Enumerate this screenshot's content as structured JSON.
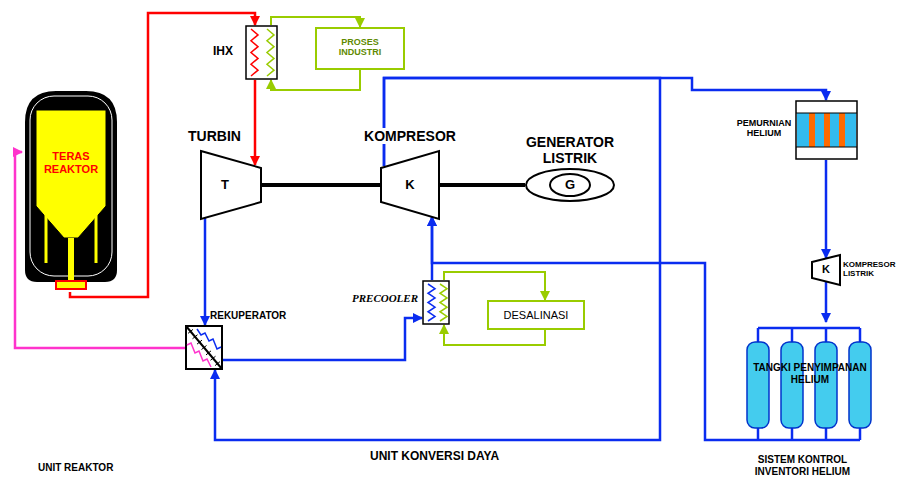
{
  "diagram": {
    "nodes": [
      {
        "text": [
          "TERAS REAKTOR"
        ]
      },
      {
        "text": [
          "IHX"
        ]
      },
      {
        "text": [
          "PROSES INDUSTRI"
        ]
      },
      {
        "text": [
          "TURBIN",
          "T"
        ]
      },
      {
        "text": [
          "KOMPRESOR",
          "K"
        ]
      },
      {
        "text": [
          "GENERATOR LISTRIK",
          "G"
        ]
      },
      {
        "text": [
          "PEMURNIAN HELIUM"
        ]
      },
      {
        "text": [
          "K",
          "KOMPRESOR LISTRIK"
        ]
      },
      {
        "text": [
          "REKUPERATOR"
        ]
      },
      {
        "text": [
          "PRECOOLER"
        ]
      },
      {
        "text": [
          "DESALINASI"
        ]
      },
      {
        "text": [
          "TANGKI PENYIMPANAN HELIUM"
        ]
      }
    ],
    "edges": [
      {
        "from": 0,
        "to": 1,
        "arrow": "to"
      },
      {
        "from": 1,
        "to": 3,
        "arrow": "to"
      },
      {
        "from": 1,
        "to": 2,
        "arrow": "to"
      },
      {
        "from": 2,
        "to": 1,
        "arrow": "to"
      },
      {
        "from": 3,
        "to": 4,
        "arrow": "none"
      },
      {
        "from": 4,
        "to": 5,
        "arrow": "none"
      },
      {
        "from": 3,
        "to": 8,
        "arrow": "to"
      },
      {
        "from": 8,
        "to": 9,
        "arrow": "to"
      },
      {
        "from": 9,
        "to": 4,
        "arrow": "to"
      },
      {
        "from": 4,
        "to": 8,
        "arrow": "to"
      },
      {
        "from": 8,
        "to": 0,
        "arrow": "to"
      },
      {
        "from": 9,
        "to": 10,
        "arrow": "to"
      },
      {
        "from": 10,
        "to": 9,
        "arrow": "to"
      },
      {
        "from": 4,
        "to": 6,
        "arrow": "to"
      },
      {
        "from": 6,
        "to": 7,
        "arrow": "to"
      },
      {
        "from": 7,
        "to": 11,
        "arrow": "to"
      },
      {
        "from": 11,
        "to": 4,
        "arrow": "to"
      }
    ],
    "labels": [
      "UNIT REAKTOR",
      "UNIT KONVERSI DAYA",
      "SISTEM KONTROL INVENTORI HELIUM"
    ]
  }
}
